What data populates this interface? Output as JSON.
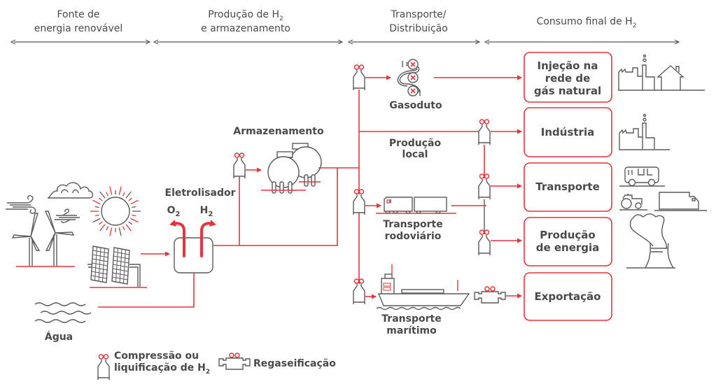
{
  "colors": {
    "accent": "#e4343c",
    "line_grey": "#5a5a5a",
    "text": "#4a4a4a"
  },
  "headers": [
    {
      "line1": "Fonte de",
      "line2": "energia renovável"
    },
    {
      "line1": "Produção de H",
      "line1_sub": "2",
      "line2": "e armazenamento"
    },
    {
      "line1": "Transporte/",
      "line2": "Distribuição"
    },
    {
      "line1": "Consumo final de H",
      "line1_sub": "2",
      "line2": ""
    }
  ],
  "source": {
    "water_label": "Água",
    "icons": [
      "wind-icon",
      "cloud-icon",
      "sun-icon",
      "wind-turbine-icon",
      "solar-panel-icon",
      "water-waves-icon"
    ]
  },
  "production": {
    "electrolyser_label": "Eletrolisador",
    "o2_label": "O",
    "o2_sub": "2",
    "h2_label": "H",
    "h2_sub": "2",
    "storage_label": "Armazenamento"
  },
  "distribution": {
    "pipeline_label": "Gasoduto",
    "local_label_1": "Produção",
    "local_label_2": "local",
    "road_label_1": "Transporte",
    "road_label_2": "rodoviário",
    "sea_label_1": "Transporte",
    "sea_label_2": "marítimo"
  },
  "consumption": {
    "boxes": [
      {
        "lines": [
          "Injeção na",
          "rede de",
          "gás natural"
        ],
        "icon": "factory-house-icon"
      },
      {
        "lines": [
          "Indústria"
        ],
        "icon": "factory-icon"
      },
      {
        "lines": [
          "Transporte"
        ],
        "icon": "vehicles-icon"
      },
      {
        "lines": [
          "Produção",
          "de energia"
        ],
        "icon": "power-plant-icon"
      },
      {
        "lines": [
          "Exportação"
        ],
        "icon": ""
      }
    ]
  },
  "legend": {
    "compression_line1": "Compressão ou",
    "compression_line2": "liquificação de H",
    "compression_sub": "2",
    "regas_label": "Regaseificação"
  }
}
